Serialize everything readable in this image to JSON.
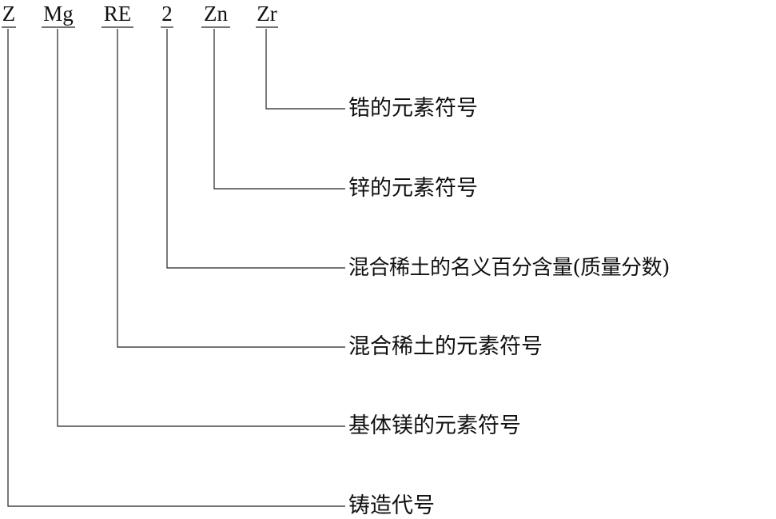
{
  "designation": {
    "parts": [
      "Z",
      "Mg",
      "RE",
      "2",
      "Zn",
      "Zr"
    ]
  },
  "explanations": [
    "锆的元素符号",
    "锌的元素符号",
    "混合稀土的名义百分含量(质量分数)",
    "混合稀土的元素符号",
    "基体镁的元素符号",
    "铸造代号"
  ]
}
